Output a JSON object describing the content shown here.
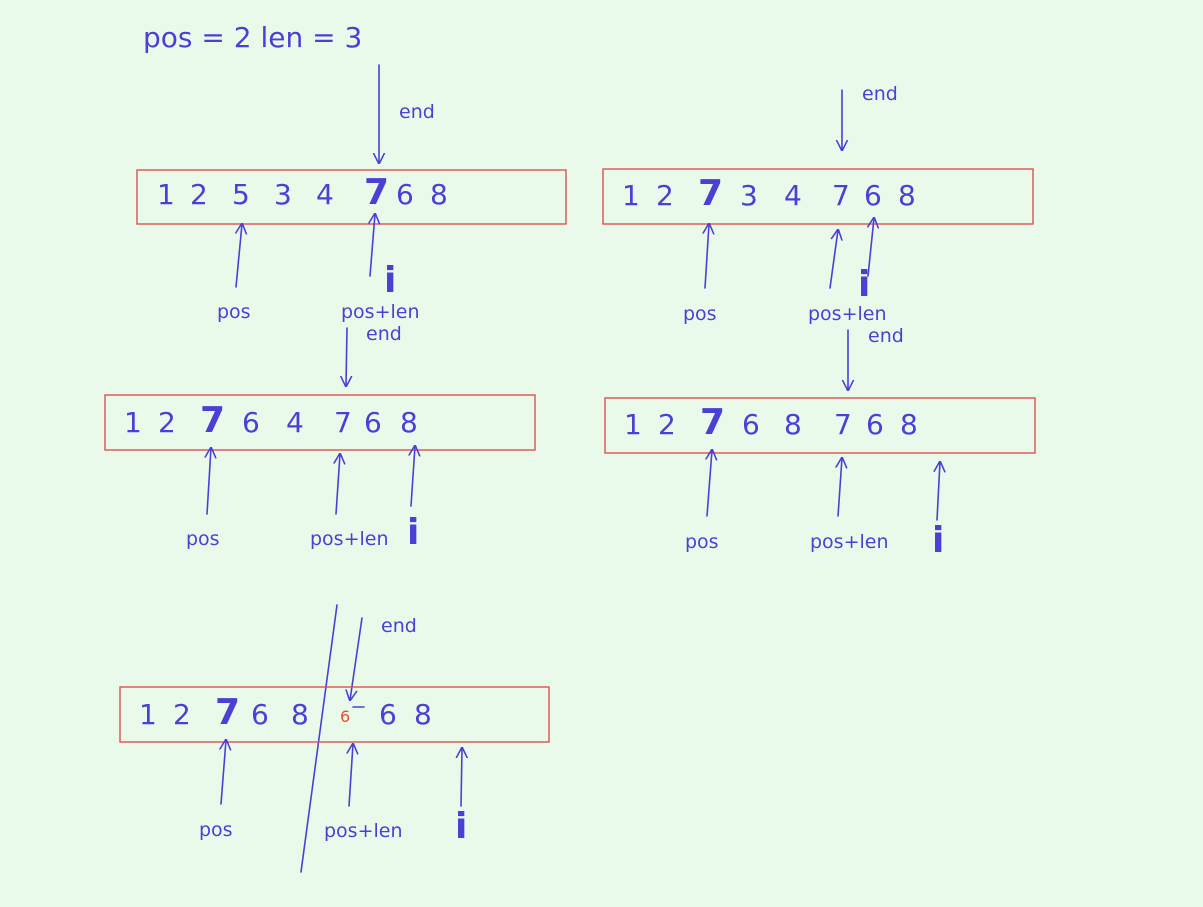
{
  "heading": "pos = 2 len = 3",
  "labels": {
    "end": "end",
    "pos": "pos",
    "pos_len": "pos+len",
    "i": "i"
  },
  "arrays": [
    {
      "digits": [
        "1",
        "2",
        "5",
        "3",
        "4",
        "7",
        "6",
        "8"
      ],
      "highlight_index": 5
    },
    {
      "digits": [
        "1",
        "2",
        "7",
        "3",
        "4",
        "7",
        "6",
        "8"
      ],
      "highlight_index": 2
    },
    {
      "digits": [
        "1",
        "2",
        "7",
        "6",
        "4",
        "7",
        "6",
        "8"
      ],
      "highlight_index": 2
    },
    {
      "digits": [
        "1",
        "2",
        "7",
        "6",
        "8",
        "7",
        "6",
        "8"
      ],
      "highlight_index": 2
    },
    {
      "digits": [
        "1",
        "2",
        "7",
        "6",
        "8",
        "6",
        "6",
        "8"
      ],
      "highlight_index": 2,
      "overwritten_index": 5
    }
  ],
  "colors": {
    "ink": "#4b3fd6",
    "box": "#e05050",
    "background": "#eafaea",
    "overwrite": "#e0532a"
  }
}
